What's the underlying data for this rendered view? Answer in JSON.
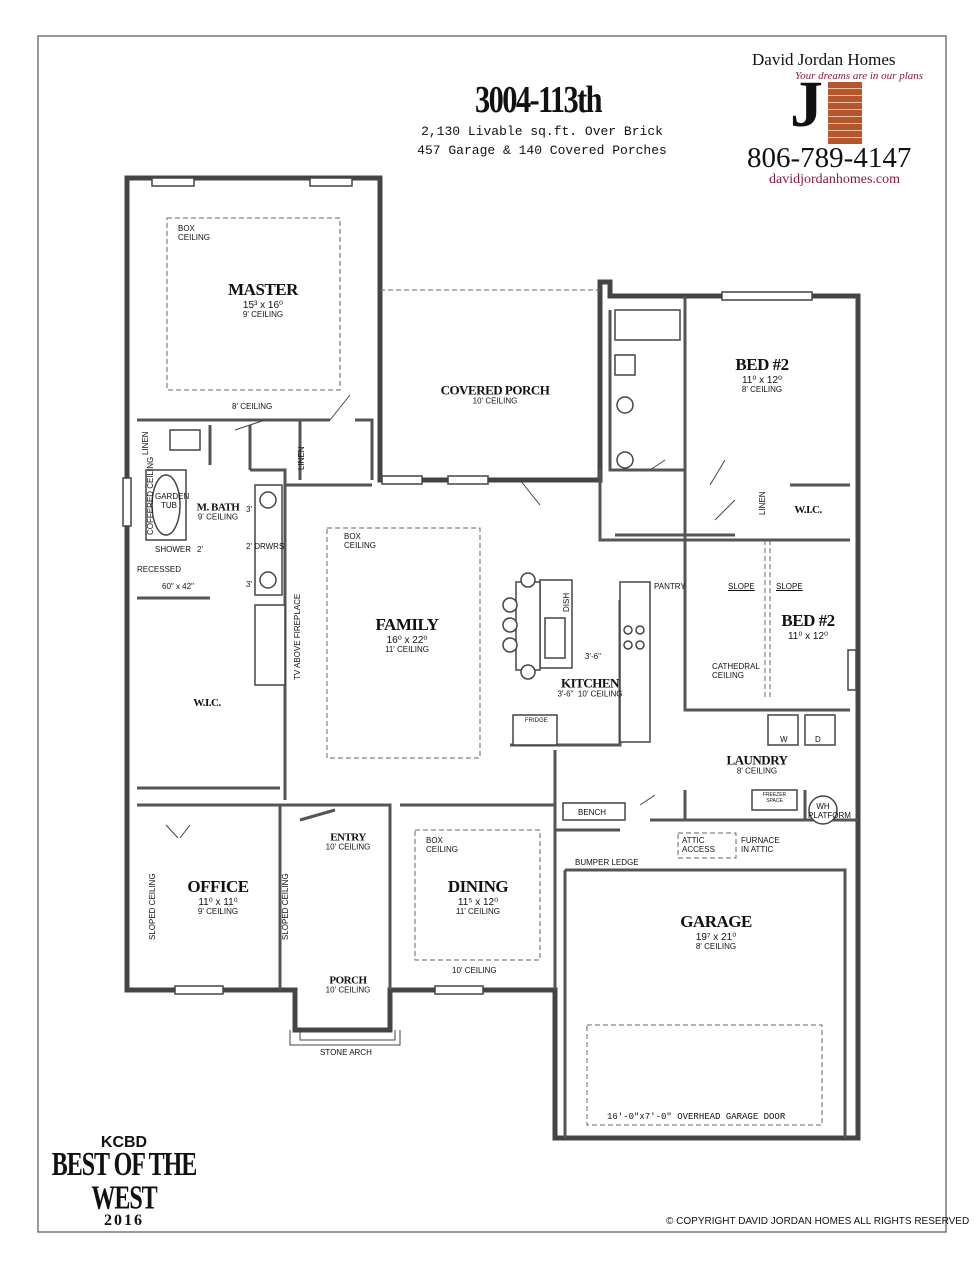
{
  "header": {
    "title": "3004-113th",
    "line1": "2,130 Livable sq.ft. Over Brick",
    "line2": "457 Garage & 140 Covered Porches"
  },
  "brand": {
    "name": "David Jordan Homes",
    "tagline": "Your dreams are in our plans",
    "logo_letter": "J",
    "phone": "806-789-4147",
    "website": "davidjordanhomes.com",
    "accent_color": "#8b1a3a",
    "brick_color": "#b5562e"
  },
  "award": {
    "station": "KCBD",
    "text": "BEST OF THE WEST",
    "year": "2016"
  },
  "copyright": "© COPYRIGHT DAVID JORDAN HOMES ALL RIGHTS RESERVED",
  "rooms": {
    "master": {
      "name": "MASTER",
      "size": "15³ x 16⁰",
      "ceiling": "9' CEILING",
      "box": "BOX CEILING",
      "ceiling2": "8' CEILING"
    },
    "covered_porch": {
      "name": "COVERED PORCH",
      "ceiling": "10' CEILING"
    },
    "bed2a": {
      "name": "BED #2",
      "size": "11⁰ x 12⁰",
      "ceiling": "8' CEILING"
    },
    "mbath": {
      "name": "M. BATH",
      "ceiling": "9' CEILING"
    },
    "family": {
      "name": "FAMILY",
      "size": "16⁰ x 22⁰",
      "ceiling": "11' CEILING",
      "box": "BOX CEILING"
    },
    "kitchen": {
      "name": "KITCHEN",
      "ceiling": "10' CEILING",
      "clear1": "3'-6\"",
      "clear2": "3'-6\""
    },
    "bed2b": {
      "name": "BED #2",
      "size": "11⁰ x 12⁰",
      "cathedral": "CATHEDRAL CEILING",
      "slope": "SLOPE"
    },
    "wic_master": {
      "name": "W.I.C."
    },
    "wic_bed": {
      "name": "W.I.C."
    },
    "laundry": {
      "name": "LAUNDRY",
      "ceiling": "8' CEILING"
    },
    "office": {
      "name": "OFFICE",
      "size": "11⁰ x 11⁰",
      "ceiling": "9' CEILING",
      "sloped": "SLOPED CEILING"
    },
    "entry": {
      "name": "ENTRY",
      "ceiling": "10' CEILING"
    },
    "dining": {
      "name": "DINING",
      "size": "11⁵ x 12⁰",
      "ceiling": "11' CEILING",
      "box": "BOX CEILING",
      "ceiling2": "10' CEILING"
    },
    "garage": {
      "name": "GARAGE",
      "size": "19⁷ x 21⁰",
      "ceiling": "8' CEILING",
      "door": "16'-0\"x7'-0\" OVERHEAD GARAGE DOOR",
      "bumper": "BUMPER LEDGE"
    },
    "porch": {
      "name": "PORCH",
      "ceiling": "10' CEILING",
      "arch": "STONE ARCH"
    }
  },
  "fixtures": {
    "linen": "LINEN",
    "garden_tub": "GARDEN TUB",
    "coffered": "COFFERED CEILING",
    "shower": "SHOWER",
    "recessed": "RECESSED",
    "shower_size": "60\" x 42\"",
    "sink_w": "3'",
    "drawers": "2' DRWRS",
    "shower_dim": "2'",
    "fireplace": "TV ABOVE FIREPLACE",
    "dish": "DISH",
    "fridge": "FRIDGE",
    "pantry": "PANTRY",
    "washer": "W",
    "dryer": "D",
    "freezer": "FREEZER SPACE",
    "wh": "WH PLATFORM",
    "bench": "BENCH",
    "attic": "ATTIC ACCESS",
    "furnace": "FURNACE IN ATTIC"
  }
}
